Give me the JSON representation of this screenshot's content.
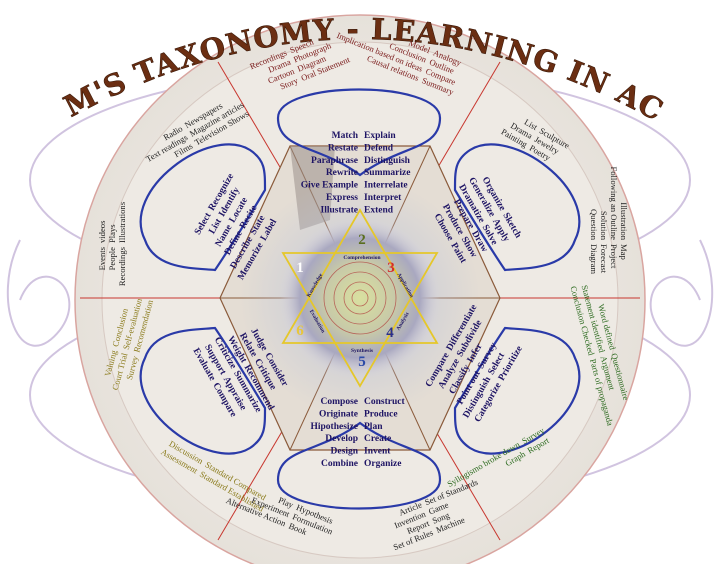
{
  "title": "BLOOM'S TAXONOMY - LEARNING IN ACTION",
  "colors": {
    "title": "#6b2e12",
    "verbs": "#1e1464",
    "outer_text": "#222222",
    "green_text": "#2b6a1e",
    "gold_text": "#8a7a1a",
    "petal": "#2a3aa8",
    "divider": "#c8372f",
    "star": "#e5c72a"
  },
  "levels": [
    {
      "number": "1",
      "name": "Knowledge",
      "color": "#ffffff"
    },
    {
      "number": "2",
      "name": "Comprehension",
      "color": "#5a6e1e"
    },
    {
      "number": "3",
      "name": "Application",
      "color": "#d62b2b"
    },
    {
      "number": "4",
      "name": "Analysis",
      "color": "#2b2f8a"
    },
    {
      "number": "5",
      "name": "Synthesis",
      "color": "#2b4aa8"
    },
    {
      "number": "6",
      "name": "Evaluation",
      "color": "#e8c63a"
    }
  ],
  "verbs": {
    "comprehension": {
      "left": [
        "Match",
        "Restate",
        "Paraphrase",
        "Rewrite",
        "Give Example",
        "Express",
        "Illustrate"
      ],
      "right": [
        "Explain",
        "Defend",
        "Distinguish",
        "Summarize",
        "Interrelate",
        "Interpret",
        "Extend"
      ]
    },
    "knowledge": [
      "Select",
      "Recognize",
      "List",
      "Identify",
      "Name",
      "Locate",
      "Define",
      "Recite",
      "Describe",
      "State",
      "Memorize",
      "Label"
    ],
    "application": [
      "Organize",
      "Sketch",
      "Generalize",
      "Apply",
      "Dramatize",
      "Solve",
      "Prepare",
      "Draw",
      "Produce",
      "Show",
      "Choose",
      "Paint"
    ],
    "analysis": [
      "Compare",
      "Differentiate",
      "Analyze",
      "Subdivide",
      "Classify",
      "Infer",
      "Point out",
      "Survey",
      "Distinguish",
      "Select",
      "Categorize",
      "Prioritize"
    ],
    "evaluation": [
      "Judge",
      "Consider",
      "Relate",
      "Critique",
      "Weight",
      "Recommend",
      "Criticize",
      "Summarize",
      "Support",
      "Appraise",
      "Evaluate",
      "Compare"
    ],
    "synthesis": {
      "left": [
        "Compose",
        "Originate",
        "Hipothesize",
        "Develop",
        "Design",
        "Combine"
      ],
      "right": [
        "Construct",
        "Produce",
        "Plan",
        "Create",
        "Invent",
        "Organize"
      ]
    }
  },
  "products": {
    "top_left": [
      "Recordings",
      "Speech",
      "Drama",
      "Photograph",
      "Cartoon",
      "Diagram",
      "Story",
      "Oral Statement"
    ],
    "top_right": [
      "Model",
      "Analogy",
      "Conclusion",
      "Outline",
      "Implication based on ideas",
      "Compare",
      "Causal relations",
      "Summary"
    ],
    "upper_left": [
      "Radio",
      "Newspapers",
      "Text readings",
      "Magazine articles",
      "Films",
      "Television Shows"
    ],
    "upper_right": [
      "List",
      "Sculpture",
      "Drama",
      "Jewelry",
      "Painting",
      "Poetry"
    ],
    "left": [
      "Events",
      "videos",
      "People",
      "Plays",
      "Recordings",
      "Illustrations"
    ],
    "right": [
      "Illustration",
      "Map",
      "Following an Outline",
      "Project",
      "Solution",
      "Forecast",
      "Question",
      "Diagram"
    ],
    "mid_left": [
      "Valuing",
      "Conclusion",
      "Court Trial",
      "Self-evaluation",
      "Survey",
      "Recomendation"
    ],
    "mid_right": [
      "Word defined",
      "Questionnaire",
      "Statement identified",
      "Argument",
      "Conclusion Checked",
      "Parts of propaganda"
    ],
    "lower_left": [
      "Discussion",
      "Standard Compared",
      "Assessment",
      "Standard Established"
    ],
    "lower_right": [
      "Syllogismo broke down",
      "Survey",
      "Graph",
      "Report"
    ],
    "bottom_left": [
      "Play",
      "Hypothesis",
      "Experiment",
      "Formulation",
      "Alternative Action",
      "Book"
    ],
    "bottom_right": [
      "Article",
      "Set of Standards",
      "Invention",
      "Game",
      "Report",
      "Song",
      "Set of Rules",
      "Machine"
    ]
  }
}
